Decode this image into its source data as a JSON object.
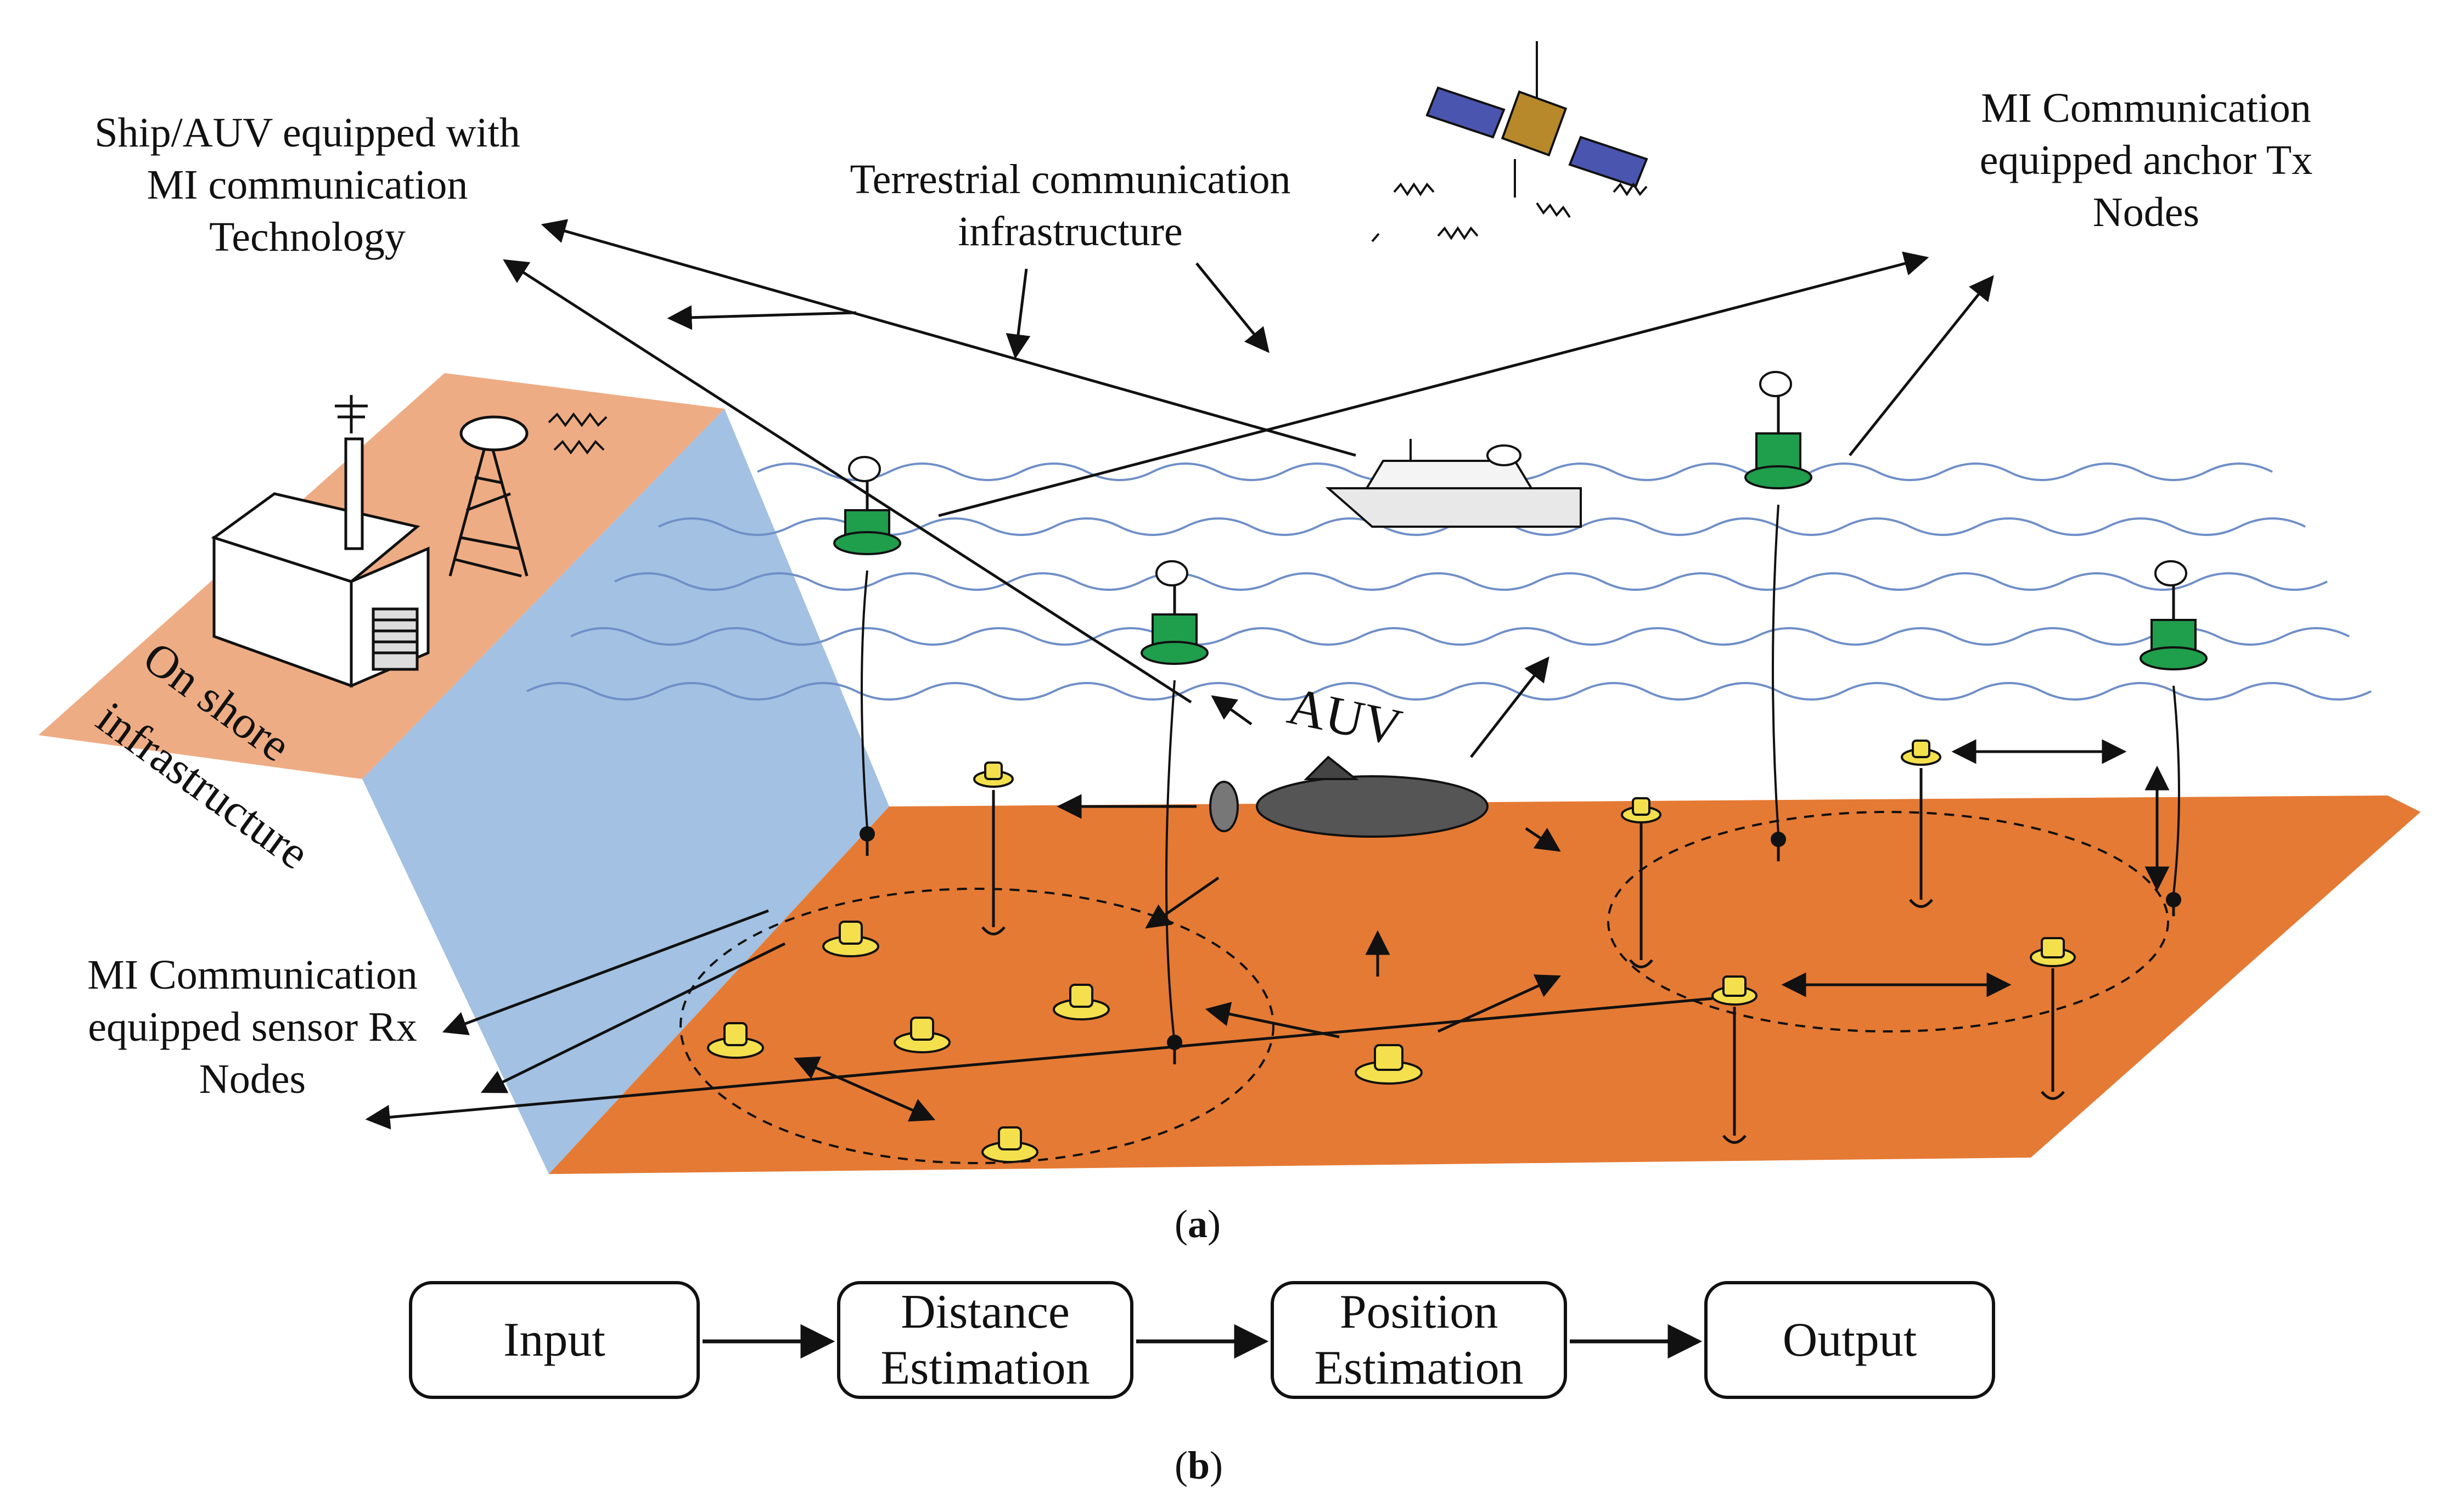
{
  "labels": {
    "ship_auv": [
      "Ship/AUV equipped with",
      "MI communication",
      "Technology"
    ],
    "terrestrial": [
      "Terrestrial communication",
      "infrastructure"
    ],
    "anchor_tx": [
      "MI Communication",
      "equipped anchor Tx",
      "Nodes"
    ],
    "onshore": [
      "On shore",
      "infrastructure"
    ],
    "sensor_rx": [
      "MI Communication",
      "equipped sensor Rx",
      "Nodes"
    ],
    "auv": "AUV"
  },
  "captions": {
    "a": "a",
    "b": "b"
  },
  "flow": {
    "steps": [
      [
        "Input"
      ],
      [
        "Distance",
        "Estimation"
      ],
      [
        "Position",
        "Estimation"
      ],
      [
        "Output"
      ]
    ]
  },
  "colors": {
    "land": "#eeac84",
    "seabed": "#e57a34",
    "water": "#a3c1e2",
    "waves": "#6f8fc8",
    "anchor_buoy": "#1f9e4c",
    "sensor_node": "#f4e04d",
    "line": "#111111"
  }
}
